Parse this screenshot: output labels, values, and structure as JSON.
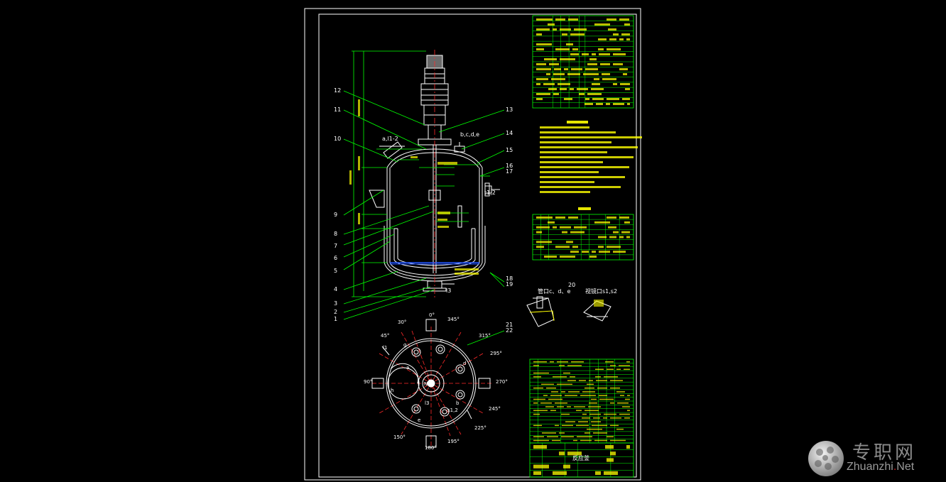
{
  "drawing": {
    "part_labels_left": [
      "12",
      "11",
      "10",
      "9",
      "8",
      "7",
      "6",
      "5",
      "4",
      "3",
      "2",
      "1"
    ],
    "part_labels_right": [
      "13",
      "14",
      "15",
      "16",
      "17",
      "18",
      "19",
      "20",
      "21",
      "22"
    ],
    "nozzle_tags": {
      "a_l": "a,l1-2",
      "b_c": "b,c,d,e",
      "t": "t1,2",
      "s": "s1,2",
      "n": "N",
      "l": "l1",
      "h": "h",
      "e": "e",
      "i": "l3",
      "g": "g",
      "c": "c",
      "d": "d",
      "b": "b",
      "a": "a"
    },
    "angles": [
      "0°",
      "30°",
      "45°",
      "90°",
      "150°",
      "180°",
      "195°",
      "225°",
      "245°",
      "270°",
      "295°",
      "315°",
      "345°"
    ],
    "detail_views": [
      "管口c、d、e",
      "视镜口s1,s2"
    ],
    "title_block_name": "反应釜"
  },
  "watermark": {
    "cn": "专职网",
    "en_a": "Zhuanzhi",
    "en_dot": ".",
    "en_b": "Net"
  },
  "colors": {
    "background": "#000000",
    "frame": "#ffffff",
    "drawing": "#ffffff",
    "dimension": "#00ff00",
    "table": "#00ff00",
    "text": "#ffff00",
    "center": "#ff0000",
    "liquid": "#2255ff"
  }
}
